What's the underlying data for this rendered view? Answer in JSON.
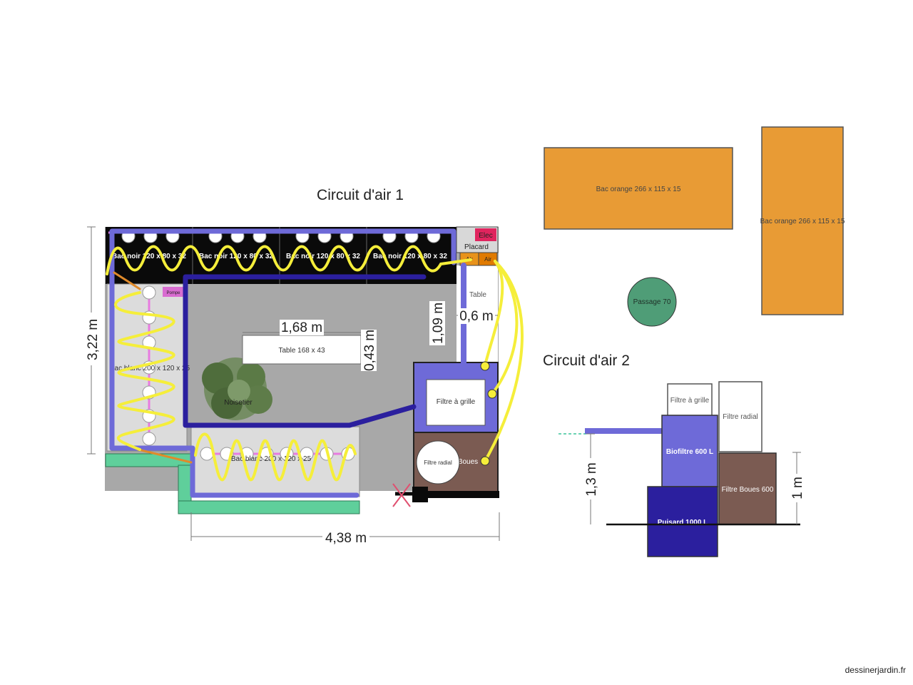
{
  "titles": {
    "circuit1": "Circuit d'air 1",
    "circuit2": "Circuit d'air 2"
  },
  "plan": {
    "top_bacs": [
      "Bac noir 120 x 80 x 32",
      "Bac noir 120 x 80 x 32",
      "Bac noir 120 x 80 x 32",
      "Bac noir 120 x 80 x 32"
    ],
    "left_bac": "Bac blanc 200 x 120 x 25",
    "bottom_bac": "Bac blanc 200 x 120 x 25",
    "table_main": "Table 168 x 43",
    "table_small": "Table",
    "tree": "Noisetier",
    "elec": "Elec",
    "placard": "Placard",
    "air1": "Air",
    "air2": "Air",
    "filtre_grille": "Filtre à grille",
    "filtre_radial": "Filtre radial",
    "boues": "Boues",
    "pompe": "Pompe"
  },
  "dimensions": {
    "height_left": "3,22 m",
    "width_bottom": "4,38 m",
    "table_width": "1,68 m",
    "table_depth": "0,43 m",
    "gap_vertical": "1,09 m",
    "gap_horizontal": "0,6 m"
  },
  "right_plan": {
    "bac_orange_1": "Bac orange 266 x 115 x 15",
    "bac_orange_2": "Bac orange 266 x 115 x 15",
    "passage": "Passage 70"
  },
  "section": {
    "filtre_grille": "Filtre à grille",
    "filtre_radial": "Filtre radial",
    "biofiltre": "Biofiltre 600 L",
    "filtre_boues": "Filtre Boues 600",
    "puisard": "Puisard 1000 L",
    "height_left": "1,3 m",
    "height_right": "1 m"
  },
  "watermark": "dessinerjardin.fr",
  "colors": {
    "air_line": "#2b1f9e",
    "light_pipe": "#6e6ad8",
    "bubbler": "#f5ee3a",
    "orange_bac": "#e89b35",
    "brown": "#7b5b52",
    "green_path": "#5fcf9b",
    "passage": "#4f9d77",
    "elec": "#e0245e"
  }
}
